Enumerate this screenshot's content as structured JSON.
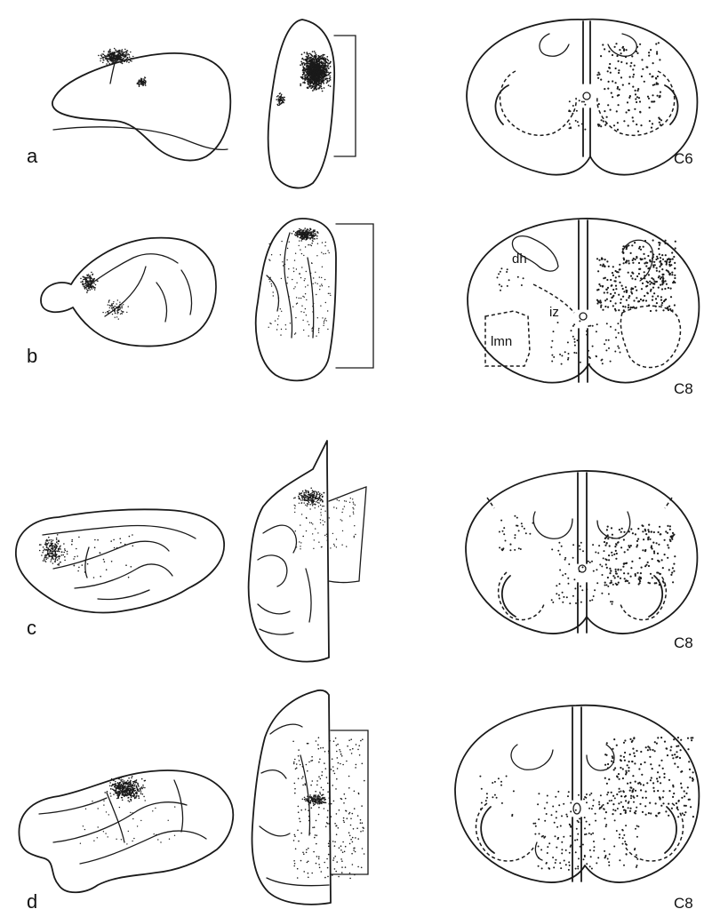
{
  "panels": [
    {
      "label": "a",
      "level": "C6",
      "cortex_label": "",
      "region_labels": []
    },
    {
      "label": "b",
      "level": "C8",
      "region_labels": [
        "dh",
        "iz",
        "lmn"
      ]
    },
    {
      "label": "c",
      "level": "C8",
      "region_labels": []
    },
    {
      "label": "d",
      "level": "C8",
      "region_labels": []
    }
  ],
  "colors": {
    "ink": "#1a1a1a",
    "background": "#ffffff"
  }
}
